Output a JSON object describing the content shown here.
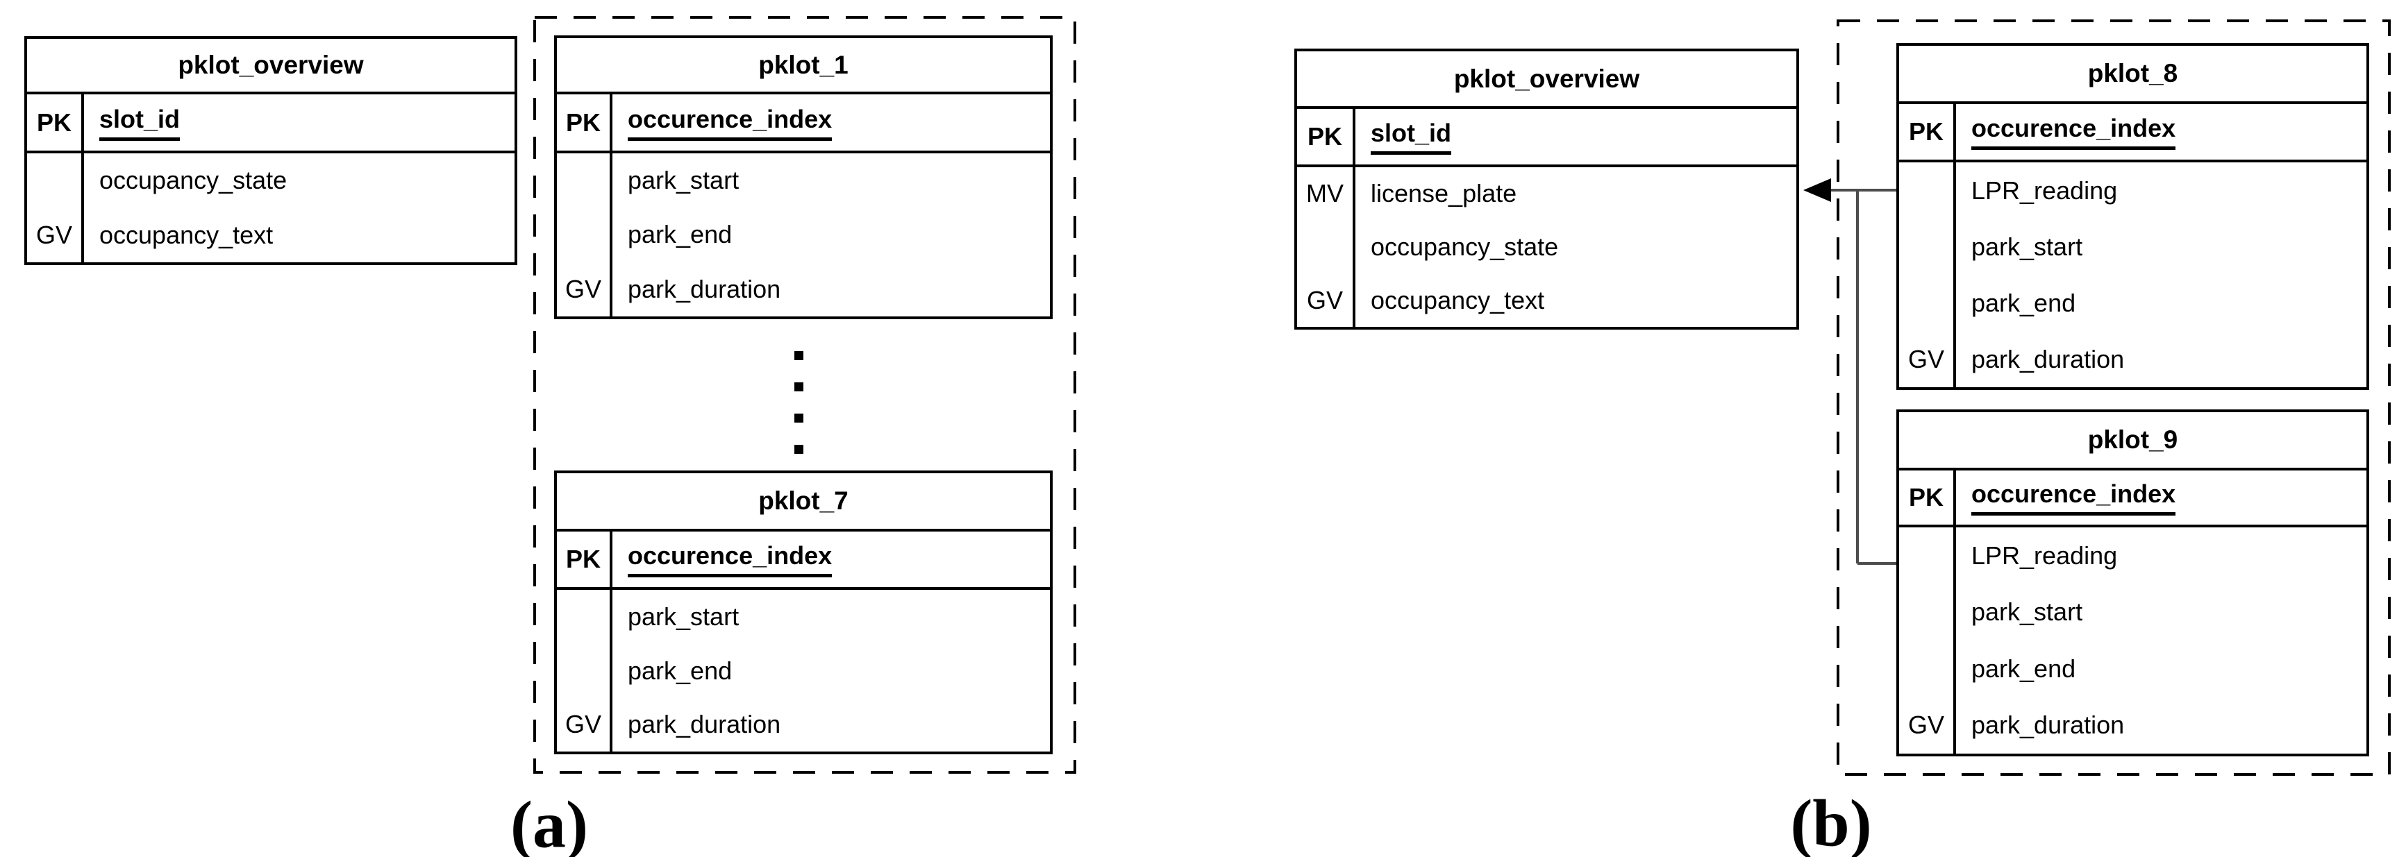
{
  "diagram": {
    "panels": [
      {
        "id": "a",
        "label": "(a)"
      },
      {
        "id": "b",
        "label": "(b)"
      }
    ],
    "ellipsis_dot_count": 4
  },
  "tables": [
    {
      "id": "a_overview",
      "panel": "a",
      "title": "pklot_overview",
      "pk_key": "PK",
      "pk_attr": "slot_id",
      "attrs": [
        {
          "key": "",
          "name": "occupancy_state"
        },
        {
          "key": "GV",
          "name": "occupancy_text"
        }
      ]
    },
    {
      "id": "a_pklot1",
      "panel": "a",
      "title": "pklot_1",
      "pk_key": "PK",
      "pk_attr": "occurence_index",
      "attrs": [
        {
          "key": "",
          "name": "park_start"
        },
        {
          "key": "",
          "name": "park_end"
        },
        {
          "key": "GV",
          "name": "park_duration"
        }
      ]
    },
    {
      "id": "a_pklot7",
      "panel": "a",
      "title": "pklot_7",
      "pk_key": "PK",
      "pk_attr": "occurence_index",
      "attrs": [
        {
          "key": "",
          "name": "park_start"
        },
        {
          "key": "",
          "name": "park_end"
        },
        {
          "key": "GV",
          "name": "park_duration"
        }
      ]
    },
    {
      "id": "b_overview",
      "panel": "b",
      "title": "pklot_overview",
      "pk_key": "PK",
      "pk_attr": "slot_id",
      "attrs": [
        {
          "key": "MV",
          "name": "license_plate"
        },
        {
          "key": "",
          "name": "occupancy_state"
        },
        {
          "key": "GV",
          "name": "occupancy_text"
        }
      ]
    },
    {
      "id": "b_pklot8",
      "panel": "b",
      "title": "pklot_8",
      "pk_key": "PK",
      "pk_attr": "occurence_index",
      "attrs": [
        {
          "key": "",
          "name": "LPR_reading"
        },
        {
          "key": "",
          "name": "park_start"
        },
        {
          "key": "",
          "name": "park_end"
        },
        {
          "key": "GV",
          "name": "park_duration"
        }
      ]
    },
    {
      "id": "b_pklot9",
      "panel": "b",
      "title": "pklot_9",
      "pk_key": "PK",
      "pk_attr": "occurence_index",
      "attrs": [
        {
          "key": "",
          "name": "LPR_reading"
        },
        {
          "key": "",
          "name": "park_start"
        },
        {
          "key": "",
          "name": "park_end"
        },
        {
          "key": "GV",
          "name": "park_duration"
        }
      ]
    }
  ],
  "relation": {
    "from": [
      "pklot_8.LPR_reading",
      "pklot_9.LPR_reading"
    ],
    "to": "pklot_overview.license_plate",
    "arrow_direction": "left"
  },
  "colors": {
    "table_border": "#000000",
    "connector_line": "#4d4d4d",
    "arrowhead": "#000000",
    "background": "#ffffff",
    "text": "#000000"
  }
}
